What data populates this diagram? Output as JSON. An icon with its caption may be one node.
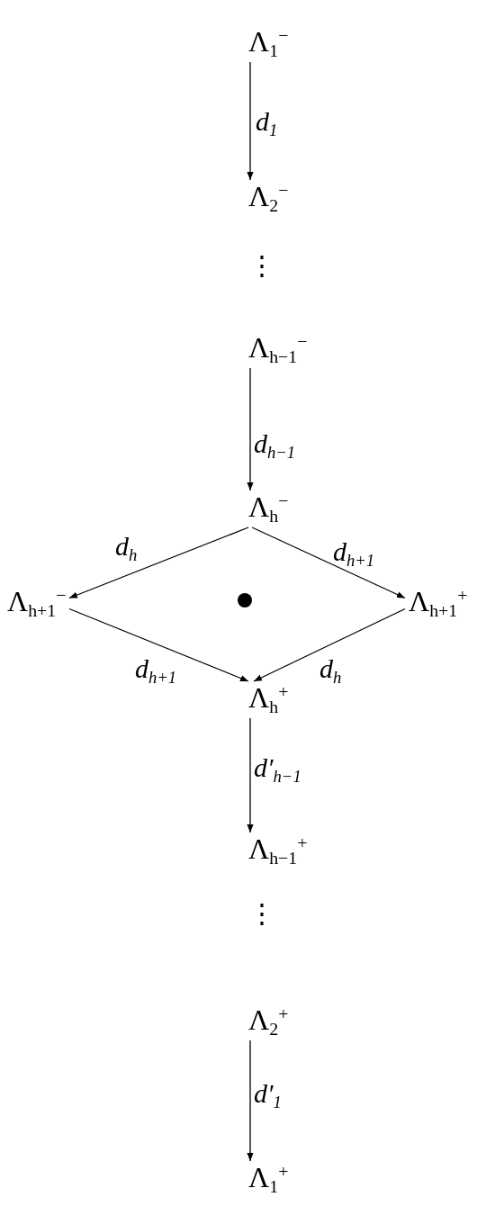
{
  "diagram": {
    "nodes": [
      {
        "text": [
          "Λ$_{1}$$^{−}$"
        ]
      },
      {
        "text": [
          "Λ$_{2}$$^{−}$"
        ]
      },
      {
        "text": [
          "Λ$_{h−1}$$^{−}$"
        ]
      },
      {
        "text": [
          "Λ$_{h}$$^{−}$"
        ]
      },
      {
        "text": [
          "Λ$_{h+1}$$^{−}$"
        ]
      },
      {
        "text": [
          "Λ$_{h+1}$$^{+}$"
        ]
      },
      {
        "text": [
          "Λ$_{h}$$^{+}$"
        ]
      },
      {
        "text": [
          "Λ$_{h−1}$$^{+}$"
        ]
      },
      {
        "text": [
          "Λ$_{2}$$^{+}$"
        ]
      },
      {
        "text": [
          "Λ$_{1}$$^{+}$"
        ]
      }
    ],
    "edges": [
      {
        "from": 0,
        "to": 1,
        "arrow": "to",
        "label": "d$_{1}$"
      },
      {
        "from": 2,
        "to": 3,
        "arrow": "to",
        "label": "d$_{h−1}$"
      },
      {
        "from": 3,
        "to": 4,
        "arrow": "to",
        "label": "d$_{h}$"
      },
      {
        "from": 3,
        "to": 5,
        "arrow": "to",
        "label": "d$_{h+1}$"
      },
      {
        "from": 4,
        "to": 6,
        "arrow": "to",
        "label": "d$_{h+1}$"
      },
      {
        "from": 5,
        "to": 6,
        "arrow": "to",
        "label": "d$_{h}$"
      },
      {
        "from": 6,
        "to": 7,
        "arrow": "to",
        "label": "d′$_{h−1}$"
      },
      {
        "from": 8,
        "to": 9,
        "arrow": "to",
        "label": "d′$_{1}$"
      }
    ],
    "labels": [
      "⋮",
      "⋮"
    ]
  }
}
